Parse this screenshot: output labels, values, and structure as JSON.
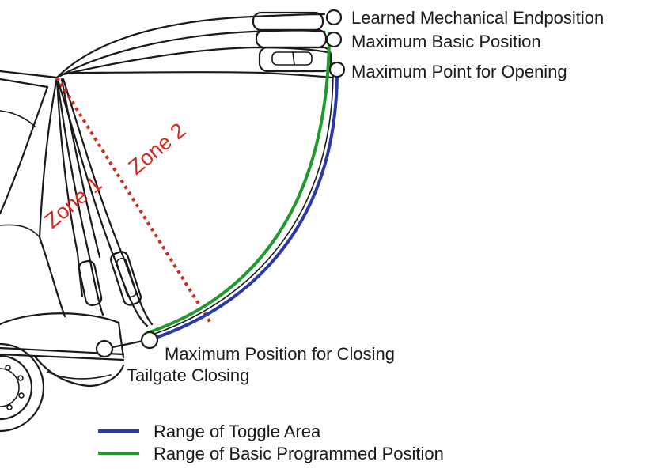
{
  "labels": {
    "learned_endposition": "Learned Mechanical Endposition",
    "max_basic_position": "Maximum Basic Position",
    "max_point_opening": "Maximum Point for Opening",
    "max_position_closing": "Maximum Position for Closing",
    "tailgate_closing": "Tailgate Closing",
    "zone1": "Zone 1",
    "zone2": "Zone 2"
  },
  "legend": [
    {
      "label": "Range of Toggle Area",
      "color": "#2b3aa8"
    },
    {
      "label": "Range of Basic Programmed Position",
      "color": "#1f9a2c"
    }
  ],
  "colors": {
    "toggle_area": "#2b3aa8",
    "basic_programmed": "#1f9a2c",
    "zone_line": "#d42a1f",
    "outline": "#1a1a1a"
  }
}
